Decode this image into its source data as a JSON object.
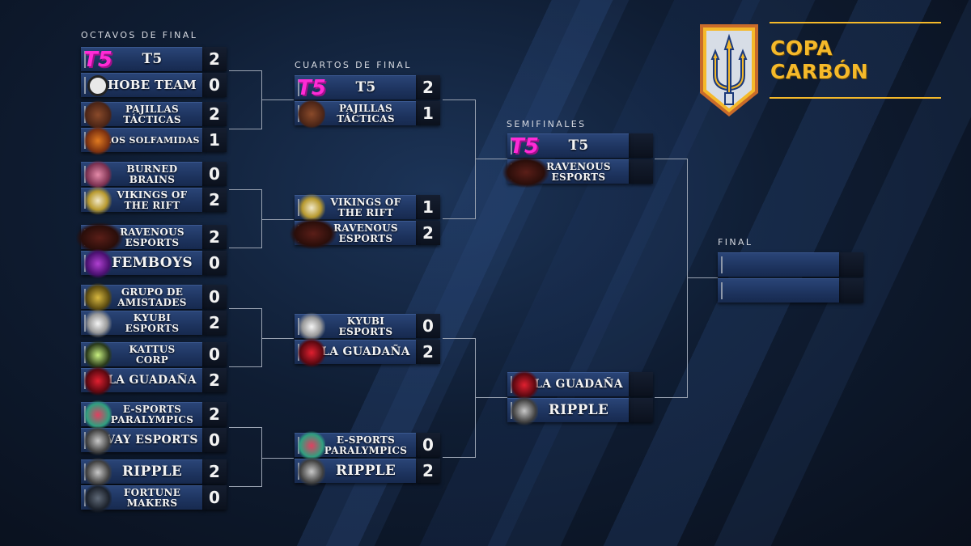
{
  "brand": {
    "title": "COPA\nCARBÓN",
    "accent_color": "#f5b92a",
    "logo_icon": "trident-shield-icon"
  },
  "rounds": {
    "r16_label": "OCTAVOS DE FINAL",
    "qf_label": "CUARTOS DE FINAL",
    "sf_label": "SEMIFINALES",
    "final_label": "FINAL"
  },
  "octavos": [
    {
      "team": "T5",
      "score": "2",
      "logo": "t5-logo-icon"
    },
    {
      "team": "HOBE TEAM",
      "score": "0",
      "logo": "hobe-team-logo-icon"
    },
    {
      "team": "PAJILLAS\nTÁCTICAS",
      "score": "2",
      "logo": "pajillas-tacticas-logo-icon"
    },
    {
      "team": "LOS SOLFAMIDAS",
      "score": "1",
      "logo": "los-solfamidas-logo-icon"
    },
    {
      "team": "BURNED\nBRAINS",
      "score": "0",
      "logo": "burned-brains-logo-icon"
    },
    {
      "team": "VIKINGS OF\nTHE RIFT",
      "score": "2",
      "logo": "vikings-of-the-rift-logo-icon"
    },
    {
      "team": "RAVENOUS\nESPORTS",
      "score": "2",
      "logo": "ravenous-esports-logo-icon"
    },
    {
      "team": "FEMBOYS",
      "score": "0",
      "logo": "femboys-logo-icon"
    },
    {
      "team": "GRUPO DE\nAMISTADES",
      "score": "0",
      "logo": "grupo-de-amistades-logo-icon"
    },
    {
      "team": "KYUBI\nESPORTS",
      "score": "2",
      "logo": "kyubi-esports-logo-icon"
    },
    {
      "team": "KATTUS\nCORP",
      "score": "0",
      "logo": "kattus-corp-logo-icon"
    },
    {
      "team": "LA GUADAÑA",
      "score": "2",
      "logo": "la-guadana-logo-icon"
    },
    {
      "team": "E-SPORTS\nPARALYMPICS",
      "score": "2",
      "logo": "esports-paralympics-logo-icon"
    },
    {
      "team": "VAY ESPORTS",
      "score": "0",
      "logo": "vay-esports-logo-icon"
    },
    {
      "team": "RIPPLE",
      "score": "2",
      "logo": "ripple-logo-icon"
    },
    {
      "team": "FORTUNE\nMAKERS",
      "score": "0",
      "logo": "fortune-makers-logo-icon"
    }
  ],
  "cuartos": [
    {
      "team": "T5",
      "score": "2",
      "logo": "t5-logo-icon"
    },
    {
      "team": "PAJILLAS\nTÁCTICAS",
      "score": "1",
      "logo": "pajillas-tacticas-logo-icon"
    },
    {
      "team": "VIKINGS OF\nTHE RIFT",
      "score": "1",
      "logo": "vikings-of-the-rift-logo-icon"
    },
    {
      "team": "RAVENOUS\nESPORTS",
      "score": "2",
      "logo": "ravenous-esports-logo-icon"
    },
    {
      "team": "KYUBI\nESPORTS",
      "score": "0",
      "logo": "kyubi-esports-logo-icon"
    },
    {
      "team": "LA GUADAÑA",
      "score": "2",
      "logo": "la-guadana-logo-icon"
    },
    {
      "team": "E-SPORTS\nPARALYMPICS",
      "score": "0",
      "logo": "esports-paralympics-logo-icon"
    },
    {
      "team": "RIPPLE",
      "score": "2",
      "logo": "ripple-logo-icon"
    }
  ],
  "semis": [
    {
      "team": "T5",
      "score": "",
      "logo": "t5-logo-icon"
    },
    {
      "team": "RAVENOUS\nESPORTS",
      "score": "",
      "logo": "ravenous-esports-logo-icon"
    },
    {
      "team": "LA GUADAÑA",
      "score": "",
      "logo": "la-guadana-logo-icon"
    },
    {
      "team": "RIPPLE",
      "score": "",
      "logo": "ripple-logo-icon"
    }
  ],
  "final": [
    {
      "team": "",
      "score": ""
    },
    {
      "team": "",
      "score": ""
    }
  ],
  "logo_text": {
    "t5": "T5"
  }
}
